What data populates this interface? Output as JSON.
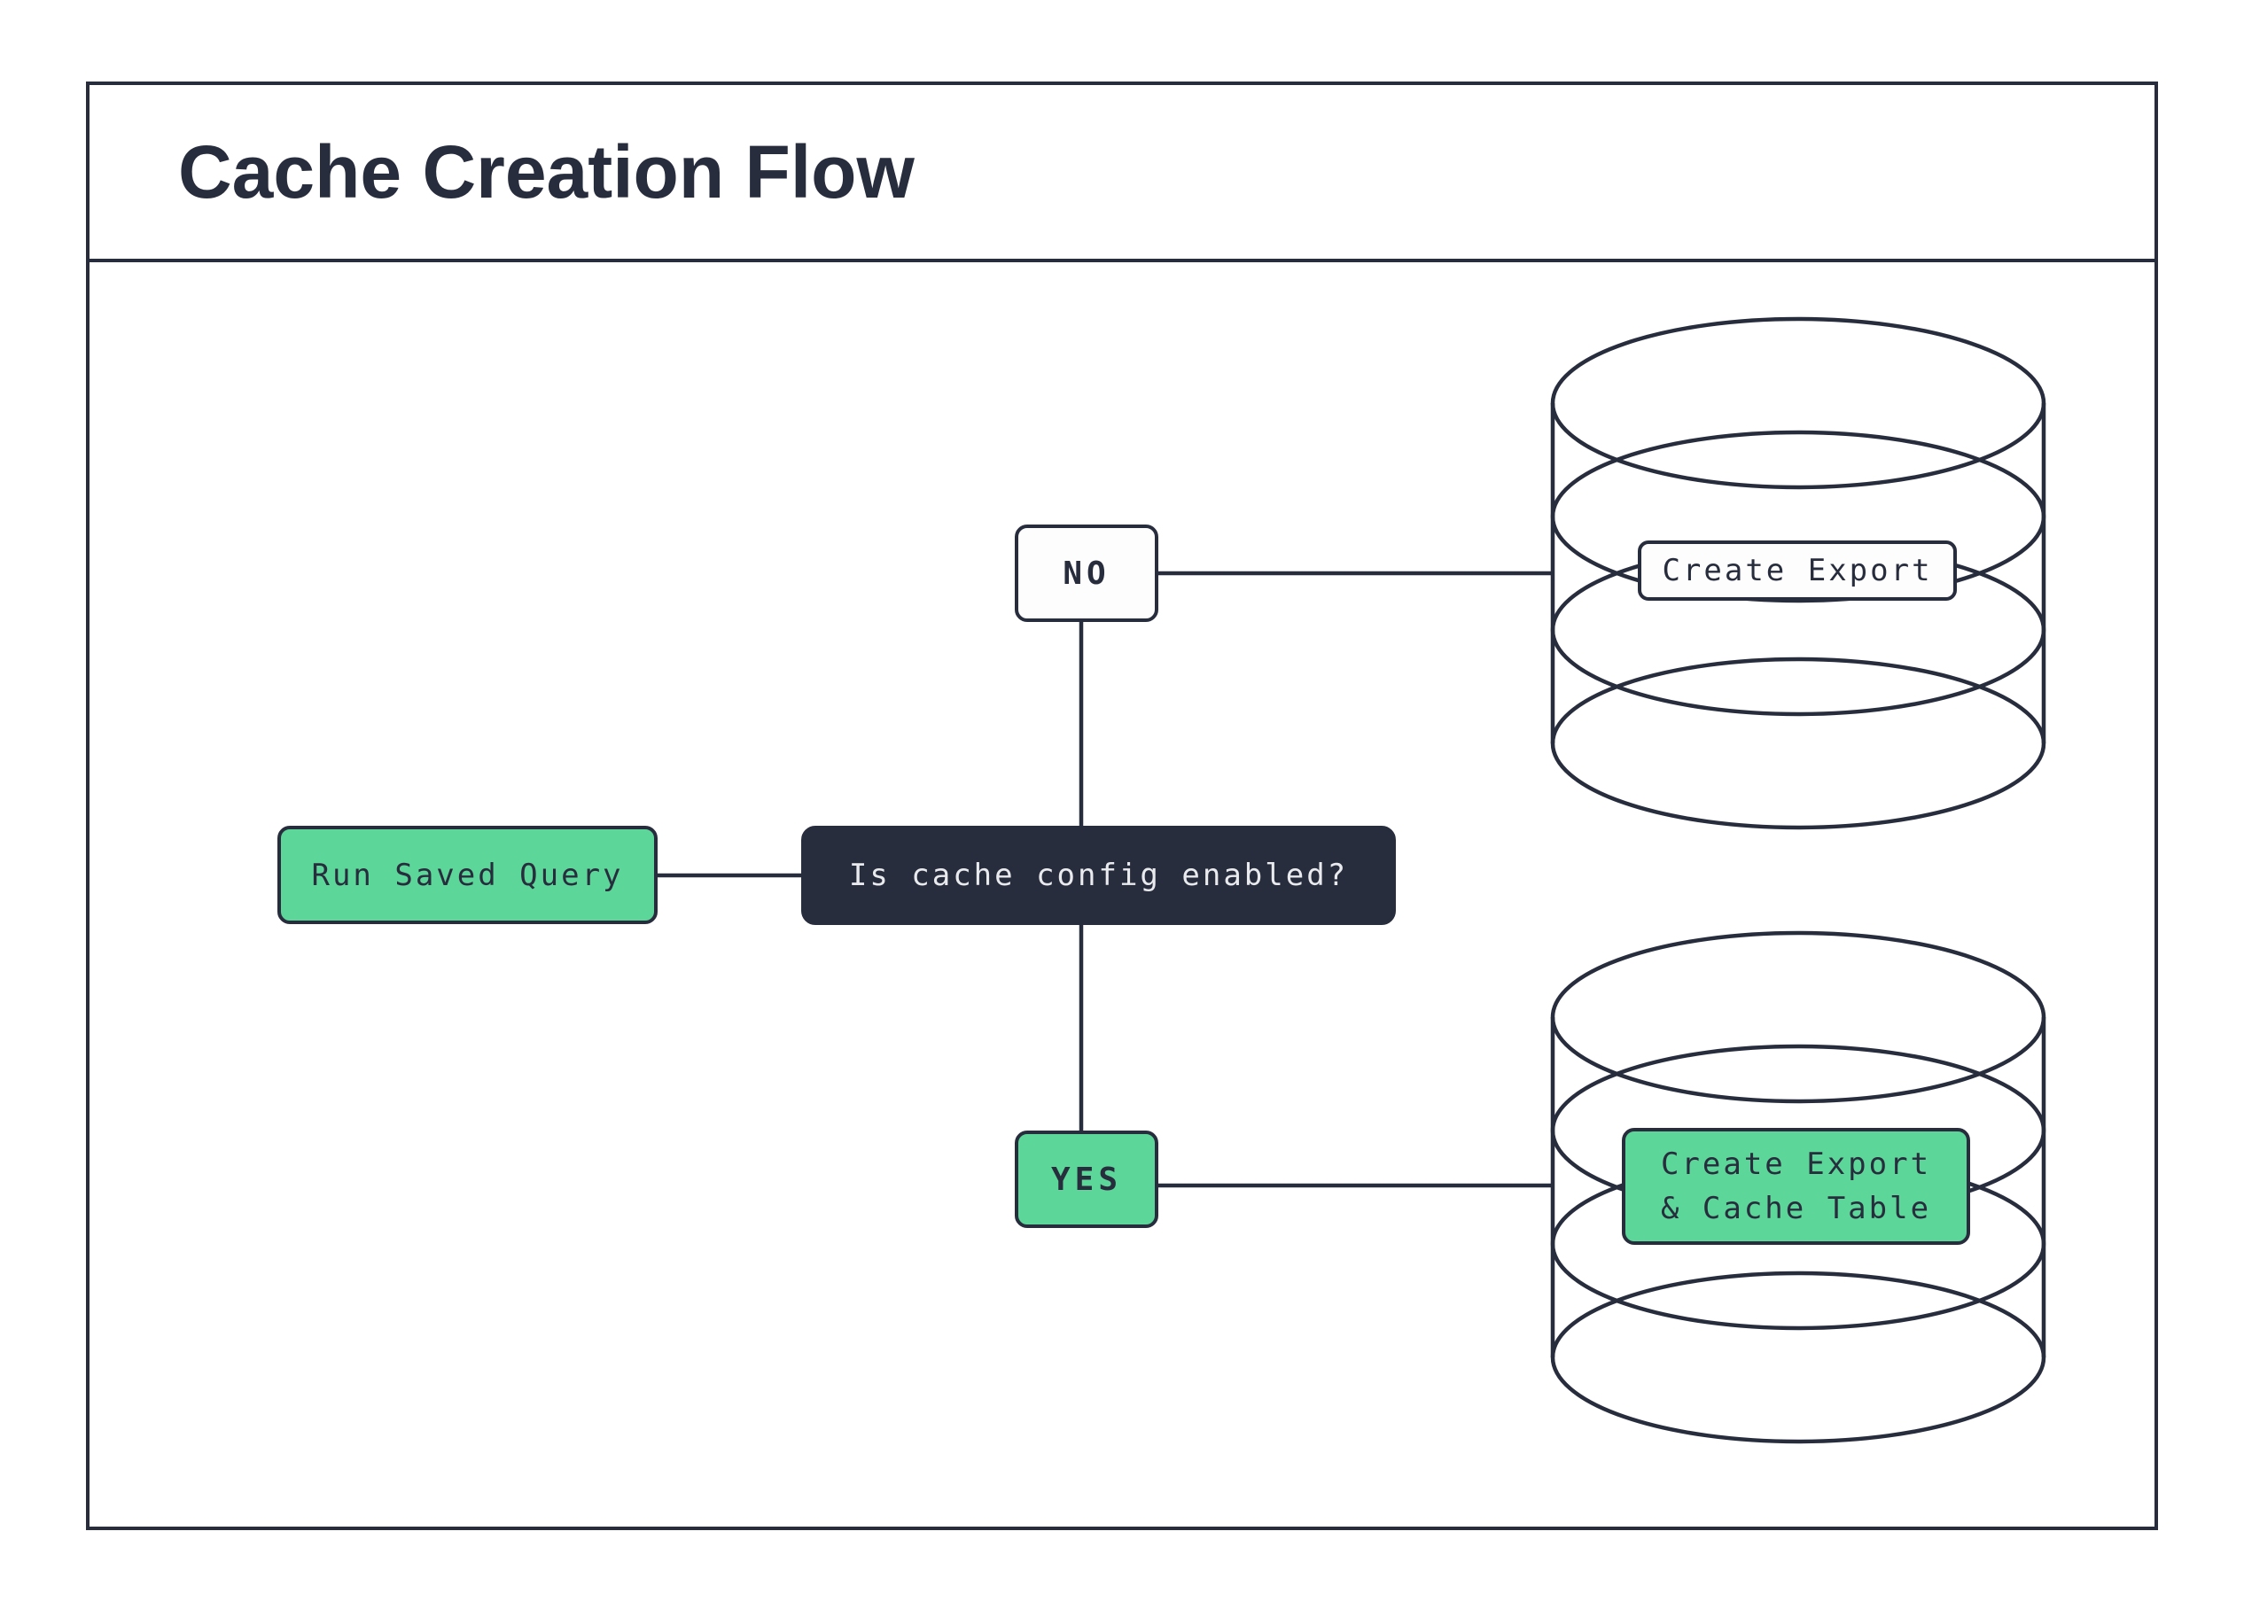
{
  "title": "Cache Creation Flow",
  "colors": {
    "dark_navy": "#272d3d",
    "green": "#5dd699",
    "light_text": "#e9eaee",
    "background": "#ffffff"
  },
  "flow": {
    "start": {
      "label": "Run Saved Query"
    },
    "decision": {
      "label": "Is cache config enabled?"
    },
    "branch_no": {
      "label": "NO"
    },
    "branch_yes": {
      "label": "YES"
    },
    "database_no": {
      "label": "Create Export"
    },
    "database_yes": {
      "lines": [
        "Create Export",
        "& Cache Table"
      ]
    }
  }
}
